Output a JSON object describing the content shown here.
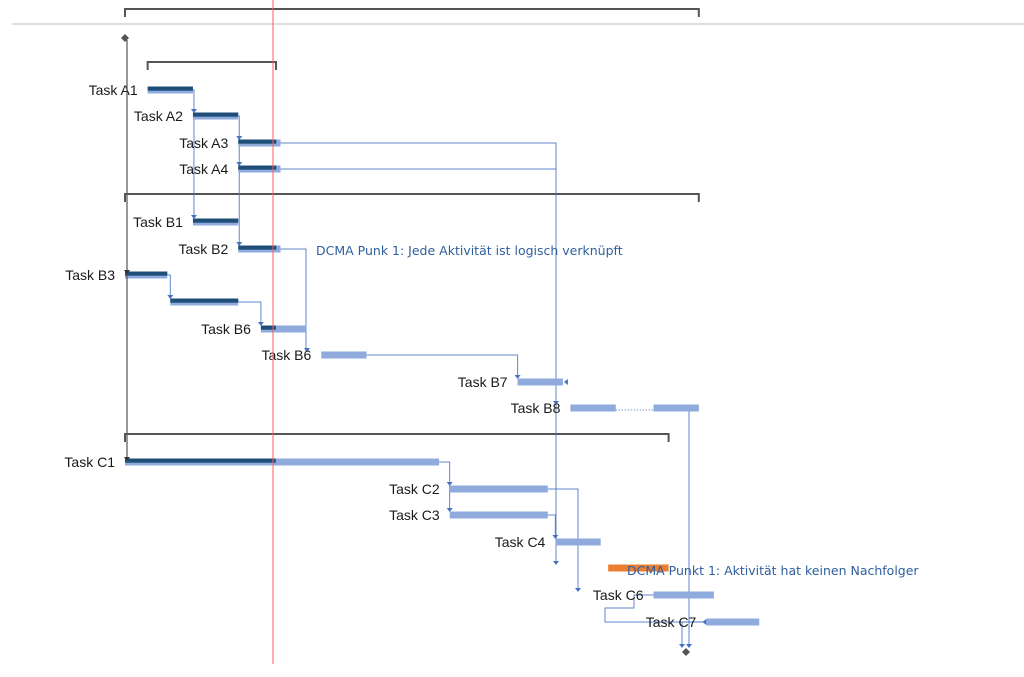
{
  "chart_data": {
    "type": "gantt",
    "title": "",
    "time_unit": "days",
    "status_date": 10,
    "colors": {
      "bar": "#8faadc",
      "progress": "#1f4e79",
      "critical_issue": "#ed7d31",
      "link": "#4472c4",
      "summary": "#555555",
      "status_line": "#ff5b5b",
      "note_text": "#2e5f9e"
    },
    "project_summary": {
      "start": 0,
      "finish": 38
    },
    "start_milestone": {
      "at": 0
    },
    "end_milestone": {
      "at": 38
    },
    "summaries": [
      {
        "id": "SA",
        "start": 1.5,
        "finish": 10,
        "row": 1
      },
      {
        "id": "SB",
        "start": 0,
        "finish": 38,
        "row": 6
      },
      {
        "id": "SC",
        "start": 0,
        "finish": 36,
        "row": 16
      }
    ],
    "tasks": [
      {
        "id": "A1",
        "label": "Task A1",
        "row": 2,
        "start": 1.5,
        "finish": 4.5,
        "progress": 1.0
      },
      {
        "id": "A2",
        "label": "Task A2",
        "row": 3,
        "start": 4.5,
        "finish": 7.5,
        "progress": 1.0
      },
      {
        "id": "A3",
        "label": "Task A3",
        "row": 4,
        "start": 7.5,
        "finish": 10.3,
        "progress": 0.9
      },
      {
        "id": "A4",
        "label": "Task A4",
        "row": 5,
        "start": 7.5,
        "finish": 10.3,
        "progress": 0.9
      },
      {
        "id": "B1",
        "label": "Task B1",
        "row": 7,
        "start": 4.5,
        "finish": 7.5,
        "progress": 1.0
      },
      {
        "id": "B2",
        "label": "Task B2",
        "row": 8,
        "start": 7.5,
        "finish": 10.3,
        "progress": 0.9
      },
      {
        "id": "B3",
        "label": "Task B3",
        "row": 9,
        "start": 0,
        "finish": 2.8,
        "progress": 1.0
      },
      {
        "id": "B4",
        "label": "",
        "row": 10,
        "start": 3,
        "finish": 7.5,
        "progress": 1.0
      },
      {
        "id": "B5",
        "label": "Task B6",
        "row": 11,
        "start": 9,
        "finish": 12,
        "progress": 0.33
      },
      {
        "id": "B6",
        "label": "Task B6",
        "row": 12,
        "start": 13,
        "finish": 16,
        "progress": 0
      },
      {
        "id": "B7",
        "label": "Task B7",
        "row": 13,
        "start": 26,
        "finish": 29,
        "progress": 0
      },
      {
        "id": "B8",
        "label": "Task B8",
        "row": 14,
        "start": 29.5,
        "finish": 38,
        "progress": 0,
        "split": [
          32.5,
          35
        ]
      },
      {
        "id": "C1",
        "label": "Task C1",
        "row": 17,
        "start": 0,
        "finish": 20.8,
        "progress": 0.48
      },
      {
        "id": "C2",
        "label": "Task C2",
        "row": 18,
        "start": 21.5,
        "finish": 28,
        "progress": 0
      },
      {
        "id": "C3",
        "label": "Task C3",
        "row": 19,
        "start": 21.5,
        "finish": 28,
        "progress": 0
      },
      {
        "id": "C4",
        "label": "Task C4",
        "row": 20,
        "start": 28.5,
        "finish": 31.5,
        "progress": 0
      },
      {
        "id": "C5",
        "label": "",
        "row": 21,
        "start": 32,
        "finish": 36,
        "progress": 0,
        "flag": "no-successor"
      },
      {
        "id": "C6",
        "label": "Task C6",
        "row": 22,
        "start": 35,
        "finish": 39,
        "progress": 0
      },
      {
        "id": "C7",
        "label": "Task C7",
        "row": 23,
        "start": 38.5,
        "finish": 42,
        "progress": 0
      }
    ],
    "links": [
      [
        "A1",
        "A2"
      ],
      [
        "A2",
        "A3"
      ],
      [
        "A2",
        "A4"
      ],
      [
        "A2",
        "B1"
      ],
      [
        "A4",
        "B2"
      ],
      [
        "B3",
        "B4"
      ],
      [
        "B4",
        "B5"
      ],
      [
        "B2",
        "B6"
      ],
      [
        "B5",
        "B6"
      ],
      [
        "B6",
        "B7"
      ],
      [
        "A3",
        "B8"
      ],
      [
        "A4",
        "B7"
      ],
      [
        "B8",
        "END"
      ],
      [
        "C1",
        "C2"
      ],
      [
        "C1",
        "C3"
      ],
      [
        "C3",
        "C4"
      ],
      [
        "C4",
        "C5"
      ],
      [
        "C2",
        "C6"
      ],
      [
        "C6",
        "C7"
      ],
      [
        "C7",
        "END"
      ]
    ],
    "annotations": [
      {
        "text": "DCMA Punk 1: Jede Aktivität ist logisch verknüpft",
        "row": 8,
        "near": "B2"
      },
      {
        "text": "DCMA Punkt 1: Aktivität hat keinen Nachfolger",
        "row": 21,
        "near": "C5"
      }
    ]
  }
}
